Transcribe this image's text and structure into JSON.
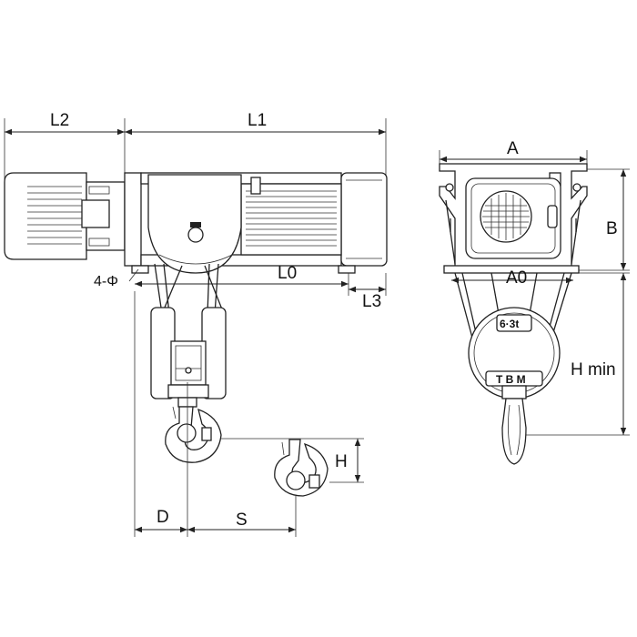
{
  "labels": {
    "l2": "L2",
    "l1": "L1",
    "phi": "4-Φ",
    "l0": "L0",
    "l3": "L3",
    "d": "D",
    "s": "S",
    "h": "H",
    "a": "A",
    "b": "B",
    "a0": "A0",
    "hmin": "H min"
  },
  "plate": {
    "capacity": "6·3t",
    "brand": "T B M"
  }
}
